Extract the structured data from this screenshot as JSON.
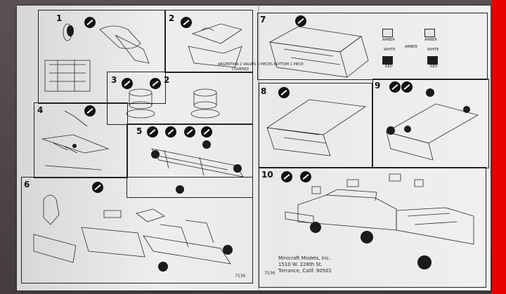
{
  "steps": [
    "1",
    "2",
    "3",
    "4",
    "5",
    "6",
    "7",
    "8",
    "9",
    "10"
  ],
  "step3_sub": "2",
  "step2_note": [
    "ARGENTINA 2 VALVES 2 PIECES BOTTOM 1 PIECE",
    "COVERED"
  ],
  "color_swatches": {
    "amber": "AMBER",
    "white": "WHITE",
    "red": "RED",
    "colors": {
      "amber": "#e8e8e8",
      "white": "#ffffff",
      "red": "#1c1c1c"
    }
  },
  "manufacturer": {
    "name": "Minicraft Models, Inc.",
    "address": "1510 W. 228th St.",
    "city": "Torrance, Calif. 90501"
  },
  "code_left": "7536",
  "code_right": "7536",
  "colors": {
    "red_panel": "#e80000",
    "paper": "#ececec",
    "ink": "#1a1a1a"
  }
}
